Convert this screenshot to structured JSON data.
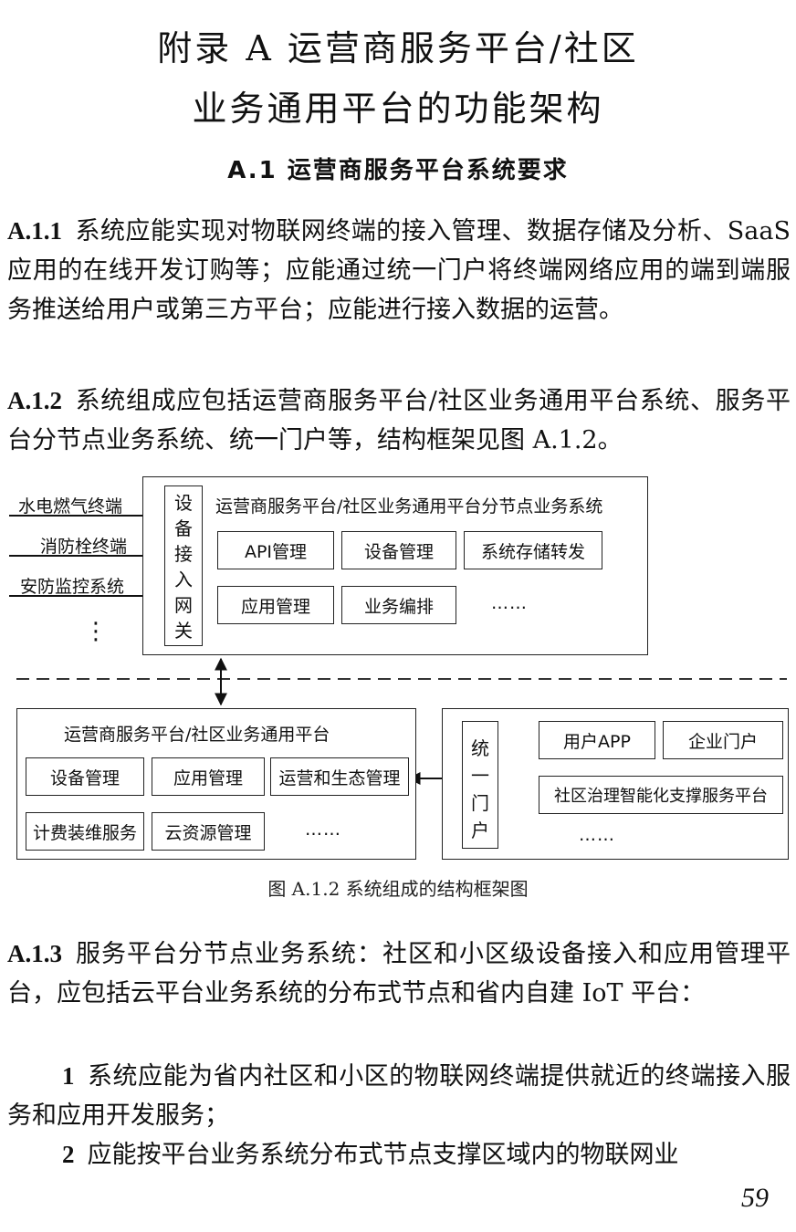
{
  "appendix": {
    "title_line1": "附录 A  运营商服务平台/社区",
    "title_line2": "业务通用平台的功能架构"
  },
  "section": {
    "heading": "A.1  运营商服务平台系统要求"
  },
  "clauses": [
    {
      "num": "A.1.1",
      "text": "系统应能实现对物联网终端的接入管理、数据存储及分析、SaaS 应用的在线开发订购等；应能通过统一门户将终端网络应用的端到端服务推送给用户或第三方平台；应能进行接入数据的运营。"
    },
    {
      "num": "A.1.2",
      "text": "系统组成应包括运营商服务平台/社区业务通用平台系统、服务平台分节点业务系统、统一门户等，结构框架见图 A.1.2。"
    },
    {
      "num": "A.1.3",
      "text": "服务平台分节点业务系统：社区和小区级设备接入和应用管理平台，应包括云平台业务系统的分布式节点和省内自建 IoT 平台："
    }
  ],
  "items": [
    {
      "num": "1",
      "text": "系统应能为省内社区和小区的物联网终端提供就近的终端接入服务和应用开发服务；"
    },
    {
      "num": "2",
      "text": "应能按平台业务系统分布式节点支撑区域内的物联网业"
    }
  ],
  "figure": {
    "caption": "图 A.1.2  系统组成的结构框架图",
    "terminals": [
      "水电燃气终端",
      "消防栓终端",
      "安防监控系统"
    ],
    "terminal_more": "⋮",
    "gateway": [
      "设",
      "备",
      "接",
      "入",
      "网",
      "关"
    ],
    "node_title": "运营商服务平台/社区业务通用平台分节点业务系统",
    "node_modules": [
      "API管理",
      "设备管理",
      "系统存储转发",
      "应用管理",
      "业务编排"
    ],
    "node_more": "……",
    "platform_title": "运营商服务平台/社区业务通用平台",
    "platform_modules": [
      "设备管理",
      "应用管理",
      "运营和生态管理",
      "计费装维服务",
      "云资源管理"
    ],
    "platform_more": "……",
    "portal": [
      "统",
      "一",
      "门",
      "户"
    ],
    "apps": [
      "用户APP",
      "企业门户",
      "社区治理智能化支撑服务平台"
    ],
    "apps_more": "……"
  },
  "page_number": "59"
}
